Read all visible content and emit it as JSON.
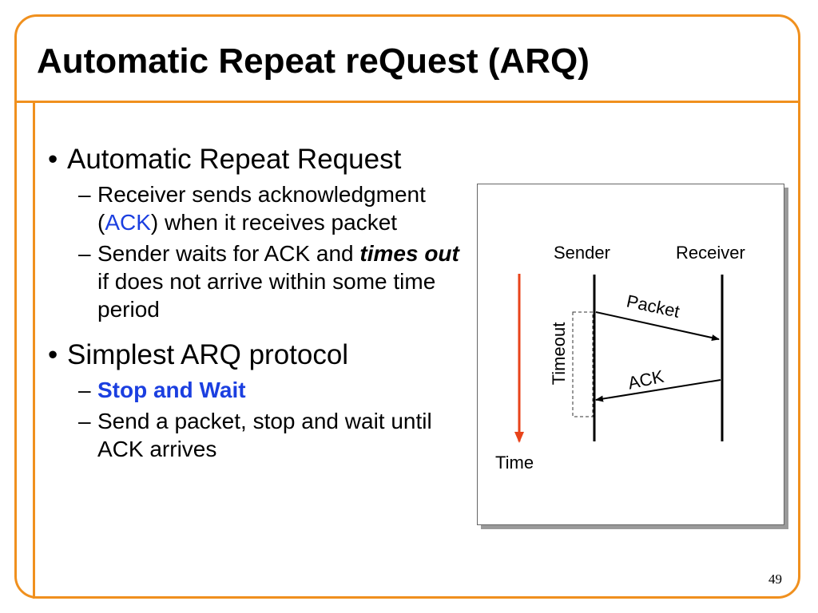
{
  "slide": {
    "title": "Automatic Repeat reQuest (ARQ)",
    "page_number": "49",
    "accent_color": "#f0901e",
    "link_color": "#1b3fe0",
    "arrow_color": "#e8431a"
  },
  "bullets": [
    {
      "text": "Automatic Repeat Request",
      "subitems": [
        {
          "pre": "Receiver sends acknowledgment (",
          "highlight": "ACK",
          "post": ") when it receives packet"
        },
        {
          "pre": "Sender waits for ACK and ",
          "emphasis": "times out",
          "post": " if does not arrive within some time period"
        }
      ]
    },
    {
      "text": "Simplest ARQ protocol",
      "subitems": [
        {
          "highlight_bold": "Stop and Wait"
        },
        {
          "pre": "Send a packet, stop and wait until ACK arrives"
        }
      ]
    }
  ],
  "diagram": {
    "sender_label": "Sender",
    "receiver_label": "Receiver",
    "packet_label": "Packet",
    "ack_label": "ACK",
    "timeout_label": "Timeout",
    "time_label": "Time"
  }
}
